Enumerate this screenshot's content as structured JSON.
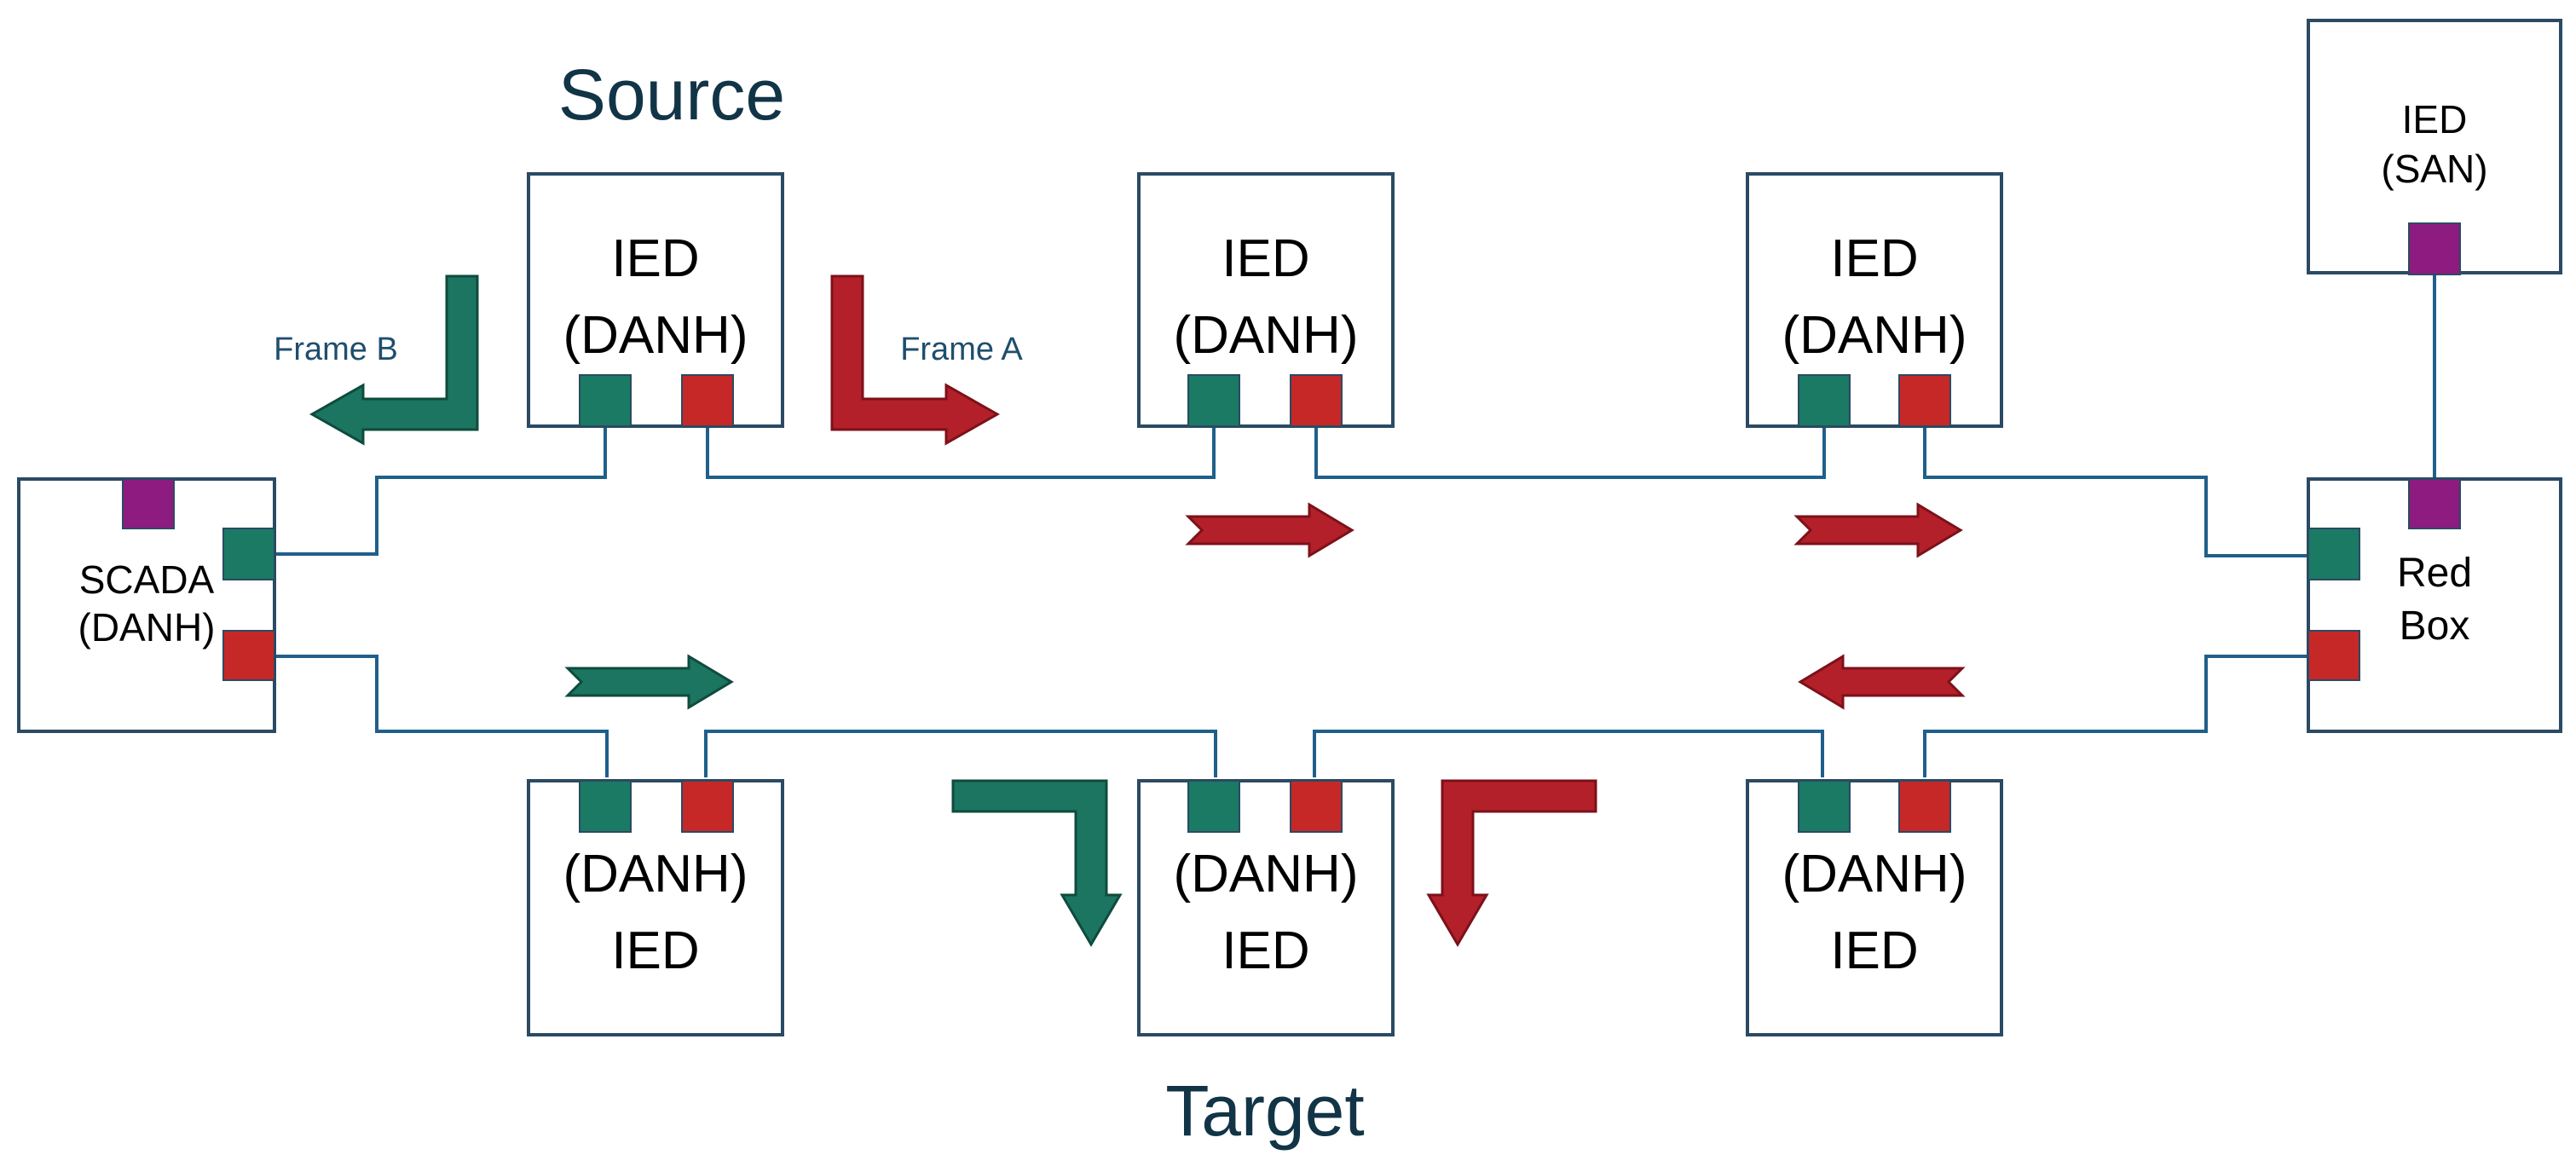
{
  "titles": {
    "source": "Source",
    "target": "Target"
  },
  "frame_labels": {
    "a": "Frame A",
    "b": "Frame B"
  },
  "nodes": {
    "scada": {
      "line1": "SCADA",
      "line2": "(DANH)"
    },
    "ied_san": {
      "line1": "IED",
      "line2": "(SAN)"
    },
    "redbox": {
      "line1": "Red",
      "line2": "Box"
    },
    "ied_top_1": {
      "line1": "IED",
      "line2": "(DANH)"
    },
    "ied_top_2": {
      "line1": "IED",
      "line2": "(DANH)"
    },
    "ied_top_3": {
      "line1": "IED",
      "line2": "(DANH)"
    },
    "ied_bot_1": {
      "line1": "(DANH)",
      "line2": "IED"
    },
    "ied_bot_2": {
      "line1": "(DANH)",
      "line2": "IED"
    },
    "ied_bot_3": {
      "line1": "(DANH)",
      "line2": "IED"
    }
  },
  "colors": {
    "port_a": "#c62828",
    "port_b": "#1a7a64",
    "port_san": "#8e1b7f",
    "link": "#1f5f8b",
    "box_border": "#2b4a63",
    "arrow_red": "#b3202a",
    "arrow_green": "#1b7560"
  }
}
